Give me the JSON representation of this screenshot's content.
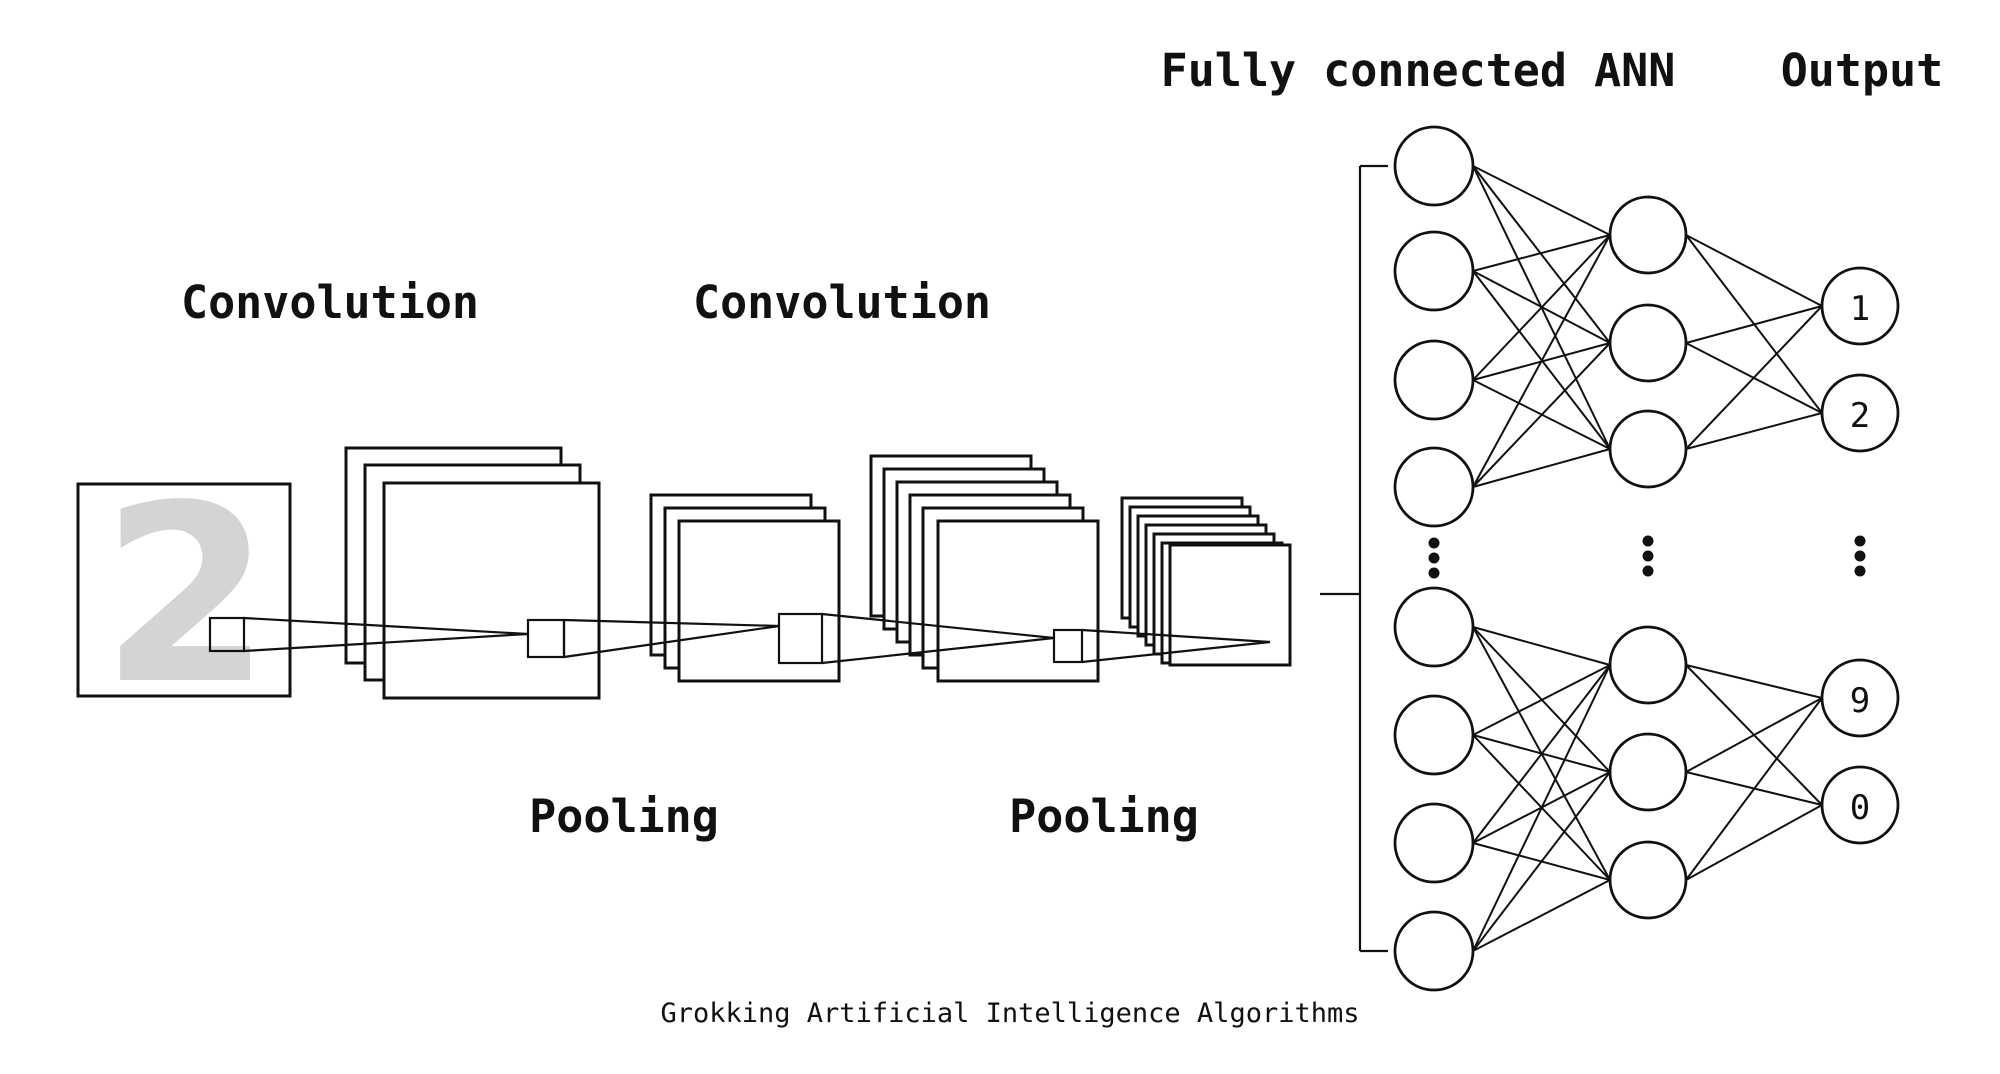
{
  "labels": {
    "convolution_1": "Convolution",
    "convolution_2": "Convolution",
    "pooling_1": "Pooling",
    "pooling_2": "Pooling",
    "fully_connected": "Fully connected ANN",
    "output": "Output",
    "caption": "Grokking Artificial Intelligence Algorithms"
  },
  "input_digit": "2",
  "output_nodes": [
    "1",
    "2",
    "9",
    "0"
  ],
  "colors": {
    "ink": "#111111",
    "input_digit": "#d4d4d4",
    "background": "#ffffff"
  }
}
